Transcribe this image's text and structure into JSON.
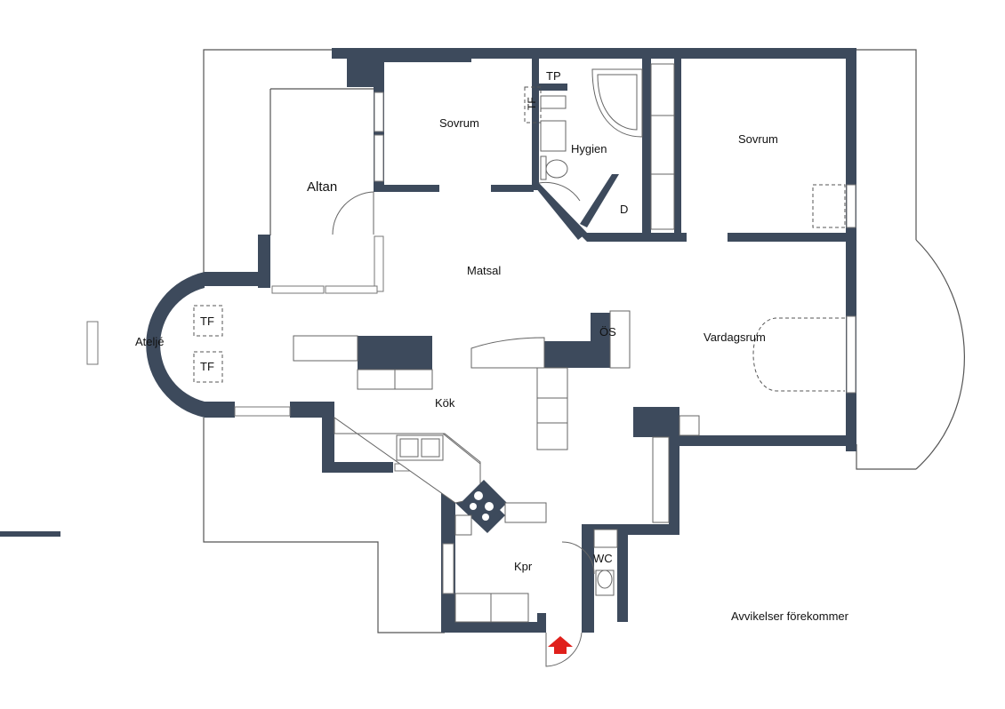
{
  "rooms": {
    "altan": "Altan",
    "sovrum_left": "Sovrum",
    "tp": "TP",
    "tf_hygien": "TF",
    "hygien": "Hygien",
    "d": "D",
    "sovrum_right": "Sovrum",
    "matsal": "Matsal",
    "atelje": "Ateljé",
    "tf_1": "TF",
    "tf_2": "TF",
    "os": "ÖS",
    "vardagsrum": "Vardagsrum",
    "kok": "Kök",
    "kpr": "Kpr",
    "wc": "WC"
  },
  "note": "Avvikelser förekommer",
  "colors": {
    "wall": "#3d4a5c",
    "entrance_arrow": "#e0201b"
  },
  "icons": {
    "entrance": "entrance-arrow-icon",
    "bathtub": "corner-bathtub-icon",
    "stove": "stove-icon",
    "sink": "sink-icon",
    "toilet": "toilet-icon"
  }
}
